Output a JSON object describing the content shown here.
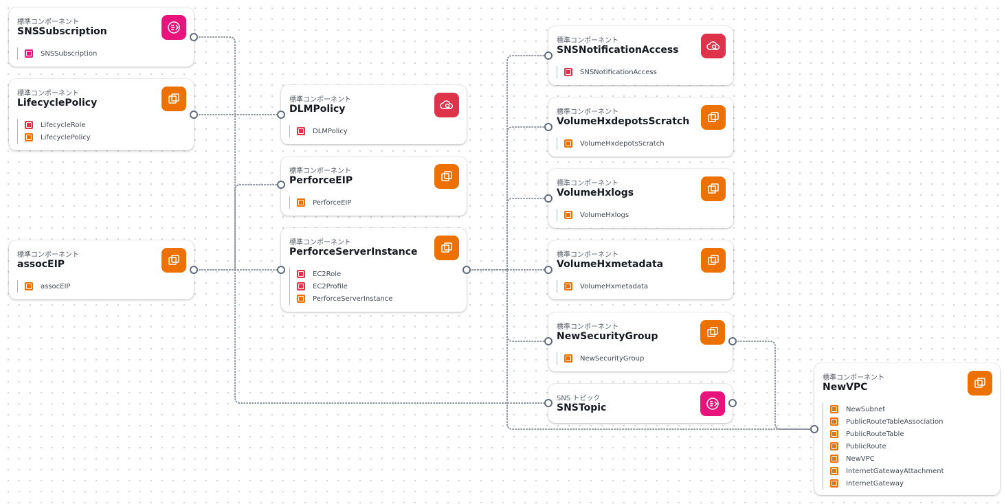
{
  "nodes": {
    "sns_subscription": {
      "kind": "標準コンポーネント",
      "title": "SNSSubscription",
      "items": [
        {
          "label": "SNSSubscription",
          "icon": "pink"
        }
      ]
    },
    "lifecycle_policy": {
      "kind": "標準コンポーネント",
      "title": "LifecyclePolicy",
      "items": [
        {
          "label": "LifecycleRole",
          "icon": "red"
        },
        {
          "label": "LifecyclePolicy",
          "icon": "orange"
        }
      ]
    },
    "assoc_eip": {
      "kind": "標準コンポーネント",
      "title": "assocEIP",
      "items": [
        {
          "label": "assocEIP",
          "icon": "orange"
        }
      ]
    },
    "dlm_policy": {
      "kind": "標準コンポーネント",
      "title": "DLMPolicy",
      "items": [
        {
          "label": "DLMPolicy",
          "icon": "red"
        }
      ]
    },
    "perforce_eip": {
      "kind": "標準コンポーネント",
      "title": "PerforceEIP",
      "items": [
        {
          "label": "PerforceEIP",
          "icon": "orange"
        }
      ]
    },
    "perforce_server_instance": {
      "kind": "標準コンポーネント",
      "title": "PerforceServerInstance",
      "items": [
        {
          "label": "EC2Role",
          "icon": "red"
        },
        {
          "label": "EC2Profile",
          "icon": "red"
        },
        {
          "label": "PerforceServerInstance",
          "icon": "orange"
        }
      ]
    },
    "sns_notification_access": {
      "kind": "標準コンポーネント",
      "title": "SNSNotificationAccess",
      "items": [
        {
          "label": "SNSNotificationAccess",
          "icon": "red"
        }
      ]
    },
    "volume_hxdepots_scratch": {
      "kind": "標準コンポーネント",
      "title": "VolumeHxdepotsScratch",
      "items": [
        {
          "label": "VolumeHxdepotsScratch",
          "icon": "orange"
        }
      ]
    },
    "volume_hxlogs": {
      "kind": "標準コンポーネント",
      "title": "VolumeHxlogs",
      "items": [
        {
          "label": "VolumeHxlogs",
          "icon": "orange"
        }
      ]
    },
    "volume_hxmetadata": {
      "kind": "標準コンポーネント",
      "title": "VolumeHxmetadata",
      "items": [
        {
          "label": "VolumeHxmetadata",
          "icon": "orange"
        }
      ]
    },
    "new_security_group": {
      "kind": "標準コンポーネント",
      "title": "NewSecurityGroup",
      "items": [
        {
          "label": "NewSecurityGroup",
          "icon": "orange"
        }
      ]
    },
    "sns_topic": {
      "kind": "SNS トピック",
      "title": "SNSTopic",
      "items": []
    },
    "new_vpc": {
      "kind": "標準コンポーネント",
      "title": "NewVPC",
      "items": [
        {
          "label": "NewSubnet",
          "icon": "orange"
        },
        {
          "label": "PublicRouteTableAssociation",
          "icon": "orange"
        },
        {
          "label": "PublicRouteTable",
          "icon": "orange"
        },
        {
          "label": "PublicRoute",
          "icon": "orange"
        },
        {
          "label": "NewVPC",
          "icon": "orange"
        },
        {
          "label": "InternetGatewayAttachment",
          "icon": "orange"
        },
        {
          "label": "InternetGateway",
          "icon": "orange"
        }
      ]
    }
  },
  "colors": {
    "compute": "#ed7100",
    "integration": "#e7157b",
    "security": "#dd344c",
    "wire": "#8c939c"
  }
}
